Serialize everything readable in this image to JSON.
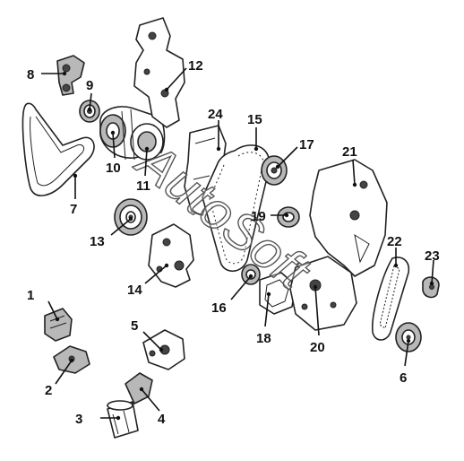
{
  "parts": [
    {
      "id": "p1",
      "label": "1"
    },
    {
      "id": "p2",
      "label": "2"
    },
    {
      "id": "p3",
      "label": "3"
    },
    {
      "id": "p4",
      "label": "4"
    },
    {
      "id": "p5",
      "label": "5"
    },
    {
      "id": "p6",
      "label": "6"
    },
    {
      "id": "p7",
      "label": "7"
    },
    {
      "id": "p8",
      "label": "8"
    },
    {
      "id": "p9",
      "label": "9"
    },
    {
      "id": "p10",
      "label": "10"
    },
    {
      "id": "p11",
      "label": "11"
    },
    {
      "id": "p12",
      "label": "12"
    },
    {
      "id": "p13",
      "label": "13"
    },
    {
      "id": "p14",
      "label": "14"
    },
    {
      "id": "p15",
      "label": "15"
    },
    {
      "id": "p16",
      "label": "16"
    },
    {
      "id": "p17",
      "label": "17"
    },
    {
      "id": "p18",
      "label": "18"
    },
    {
      "id": "p19",
      "label": "19"
    },
    {
      "id": "p20",
      "label": "20"
    },
    {
      "id": "p21",
      "label": "21"
    },
    {
      "id": "p22",
      "label": "22"
    },
    {
      "id": "p23",
      "label": "23"
    },
    {
      "id": "p24",
      "label": "24"
    }
  ],
  "watermark": "AutoSoft"
}
